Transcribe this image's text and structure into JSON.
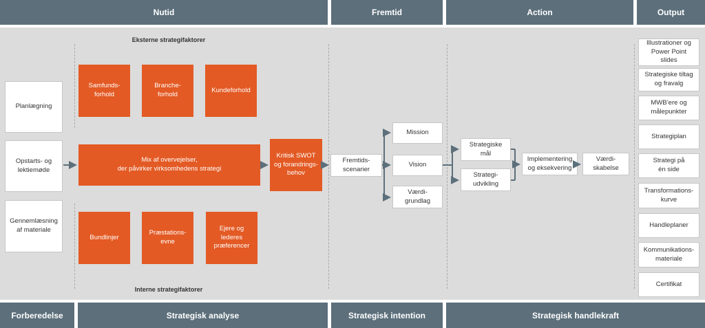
{
  "header": {
    "nutid": "Nutid",
    "fremtid": "Fremtid",
    "action": "Action",
    "output": "Output"
  },
  "footer": {
    "forberedelse": "Forberedelse",
    "analyse": "Strategisk analyse",
    "intention": "Strategisk intention",
    "handlekraft": "Strategisk handlekraft"
  },
  "labels": {
    "external": "Eksterne strategifaktorer",
    "internal": "Interne strategifaktorer"
  },
  "prep": {
    "planning": "Planlægning",
    "kickoff": "Opstarts- og\nlektiemøde",
    "reading": "Gennemlæsning\naf materiale"
  },
  "external_factors": {
    "society": "Samfunds-\nforhold",
    "industry": "Branche-\nforhold",
    "customer": "Kundeforhold"
  },
  "mix": "Mix af overvejelser,\nder påvirker virksomhedens strategi",
  "internal_factors": {
    "bottom_line": "Bundlinjer",
    "performance": "Præstations-\nevne",
    "preferences": "Ejere og\nlederes\npræferencer"
  },
  "swot": "Kritisk SWOT\nog forandrings-\nbehov",
  "scenarios": "Fremtids-\nscenarier",
  "intention": {
    "mission": "Mission",
    "vision": "Vision",
    "values": "Værdi-\ngrundlag"
  },
  "action": {
    "goals": "Strategiske\nmål",
    "development": "Strategi-\nudvikling",
    "implementation": "Implementering\nog eksekvering",
    "value_creation": "Værdi-\nskabelse"
  },
  "output": [
    "Illustrationer og\nPower Point\nslides",
    "Strategiske tiltag\nog fravalg",
    "MWB’ere og\nmålepunkter",
    "Strategiplan",
    "Strategi på\nén side",
    "Transformations-\nkurve",
    "Handleplaner",
    "Kommunikations-\nmateriale",
    "Certifikat"
  ],
  "colors": {
    "header": "#5c6f7b",
    "orange": "#e35a24",
    "panel": "#dcdcdc",
    "arrow": "#5c6f7b"
  }
}
